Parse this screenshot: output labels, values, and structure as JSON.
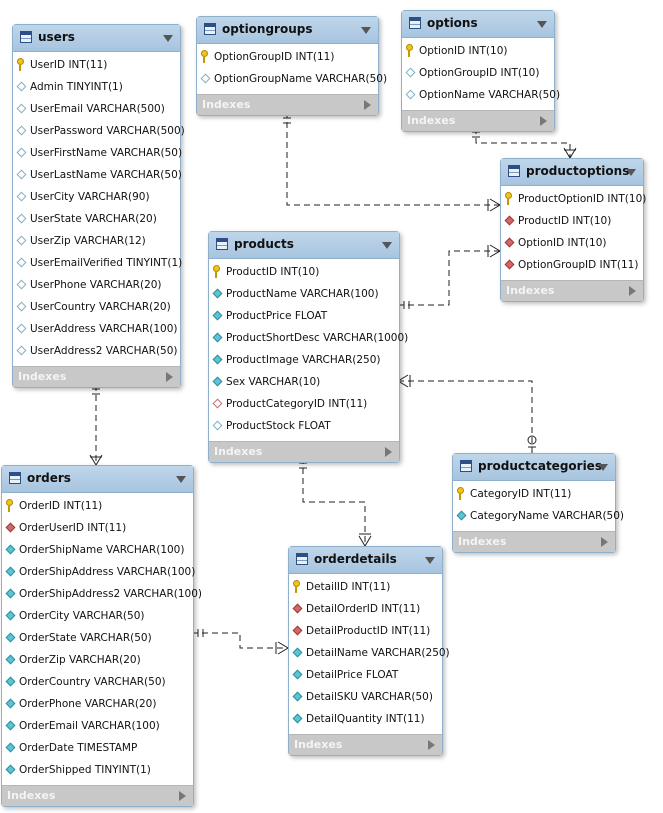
{
  "diagram": {
    "indexes_label": "Indexes",
    "tables": [
      {
        "id": "users",
        "name": "users",
        "columns": [
          {
            "text": "UserID INT(11)",
            "kind": "key"
          },
          {
            "text": "Admin TINYINT(1)",
            "kind": "col-plain"
          },
          {
            "text": "UserEmail VARCHAR(500)",
            "kind": "col-plain"
          },
          {
            "text": "UserPassword VARCHAR(500)",
            "kind": "col-plain"
          },
          {
            "text": "UserFirstName VARCHAR(50)",
            "kind": "col-plain"
          },
          {
            "text": "UserLastName VARCHAR(50)",
            "kind": "col-plain"
          },
          {
            "text": "UserCity VARCHAR(90)",
            "kind": "col-plain"
          },
          {
            "text": "UserState VARCHAR(20)",
            "kind": "col-plain"
          },
          {
            "text": "UserZip VARCHAR(12)",
            "kind": "col-plain"
          },
          {
            "text": "UserEmailVerified TINYINT(1)",
            "kind": "col-plain"
          },
          {
            "text": "UserPhone VARCHAR(20)",
            "kind": "col-plain"
          },
          {
            "text": "UserCountry VARCHAR(20)",
            "kind": "col-plain"
          },
          {
            "text": "UserAddress VARCHAR(100)",
            "kind": "col-plain"
          },
          {
            "text": "UserAddress2 VARCHAR(50)",
            "kind": "col-plain"
          }
        ]
      },
      {
        "id": "optiongroups",
        "name": "optiongroups",
        "columns": [
          {
            "text": "OptionGroupID INT(11)",
            "kind": "key"
          },
          {
            "text": "OptionGroupName VARCHAR(50)",
            "kind": "col-plain"
          }
        ]
      },
      {
        "id": "options",
        "name": "options",
        "columns": [
          {
            "text": "OptionID INT(10)",
            "kind": "key"
          },
          {
            "text": "OptionGroupID INT(10)",
            "kind": "col-plain"
          },
          {
            "text": "OptionName VARCHAR(50)",
            "kind": "col-plain"
          }
        ]
      },
      {
        "id": "productoptions",
        "name": "productoptions",
        "columns": [
          {
            "text": "ProductOptionID INT(10)",
            "kind": "key"
          },
          {
            "text": "ProductID INT(10)",
            "kind": "fk"
          },
          {
            "text": "OptionID INT(10)",
            "kind": "fk"
          },
          {
            "text": "OptionGroupID INT(11)",
            "kind": "fk"
          }
        ]
      },
      {
        "id": "products",
        "name": "products",
        "columns": [
          {
            "text": "ProductID INT(10)",
            "kind": "key"
          },
          {
            "text": "ProductName VARCHAR(100)",
            "kind": "nn"
          },
          {
            "text": "ProductPrice FLOAT",
            "kind": "nn"
          },
          {
            "text": "ProductShortDesc VARCHAR(1000)",
            "kind": "nn"
          },
          {
            "text": "ProductImage VARCHAR(250)",
            "kind": "nn"
          },
          {
            "text": "Sex VARCHAR(10)",
            "kind": "nn"
          },
          {
            "text": "ProductCategoryID INT(11)",
            "kind": "fk-nullable"
          },
          {
            "text": "ProductStock FLOAT",
            "kind": "col-plain"
          }
        ]
      },
      {
        "id": "productcategories",
        "name": "productcategories",
        "columns": [
          {
            "text": "CategoryID INT(11)",
            "kind": "key"
          },
          {
            "text": "CategoryName VARCHAR(50)",
            "kind": "nn"
          }
        ]
      },
      {
        "id": "orders",
        "name": "orders",
        "columns": [
          {
            "text": "OrderID INT(11)",
            "kind": "key"
          },
          {
            "text": "OrderUserID INT(11)",
            "kind": "fk"
          },
          {
            "text": "OrderShipName VARCHAR(100)",
            "kind": "nn"
          },
          {
            "text": "OrderShipAddress VARCHAR(100)",
            "kind": "nn"
          },
          {
            "text": "OrderShipAddress2 VARCHAR(100)",
            "kind": "nn"
          },
          {
            "text": "OrderCity VARCHAR(50)",
            "kind": "nn"
          },
          {
            "text": "OrderState VARCHAR(50)",
            "kind": "nn"
          },
          {
            "text": "OrderZip VARCHAR(20)",
            "kind": "nn"
          },
          {
            "text": "OrderCountry VARCHAR(50)",
            "kind": "nn"
          },
          {
            "text": "OrderPhone VARCHAR(20)",
            "kind": "nn"
          },
          {
            "text": "OrderEmail VARCHAR(100)",
            "kind": "nn"
          },
          {
            "text": "OrderDate TIMESTAMP",
            "kind": "nn"
          },
          {
            "text": "OrderShipped TINYINT(1)",
            "kind": "nn"
          }
        ]
      },
      {
        "id": "orderdetails",
        "name": "orderdetails",
        "columns": [
          {
            "text": "DetailID INT(11)",
            "kind": "key"
          },
          {
            "text": "DetailOrderID INT(11)",
            "kind": "fk"
          },
          {
            "text": "DetailProductID INT(11)",
            "kind": "fk"
          },
          {
            "text": "DetailName VARCHAR(250)",
            "kind": "nn"
          },
          {
            "text": "DetailPrice FLOAT",
            "kind": "nn"
          },
          {
            "text": "DetailSKU VARCHAR(50)",
            "kind": "nn"
          },
          {
            "text": "DetailQuantity INT(11)",
            "kind": "nn"
          }
        ]
      }
    ]
  }
}
